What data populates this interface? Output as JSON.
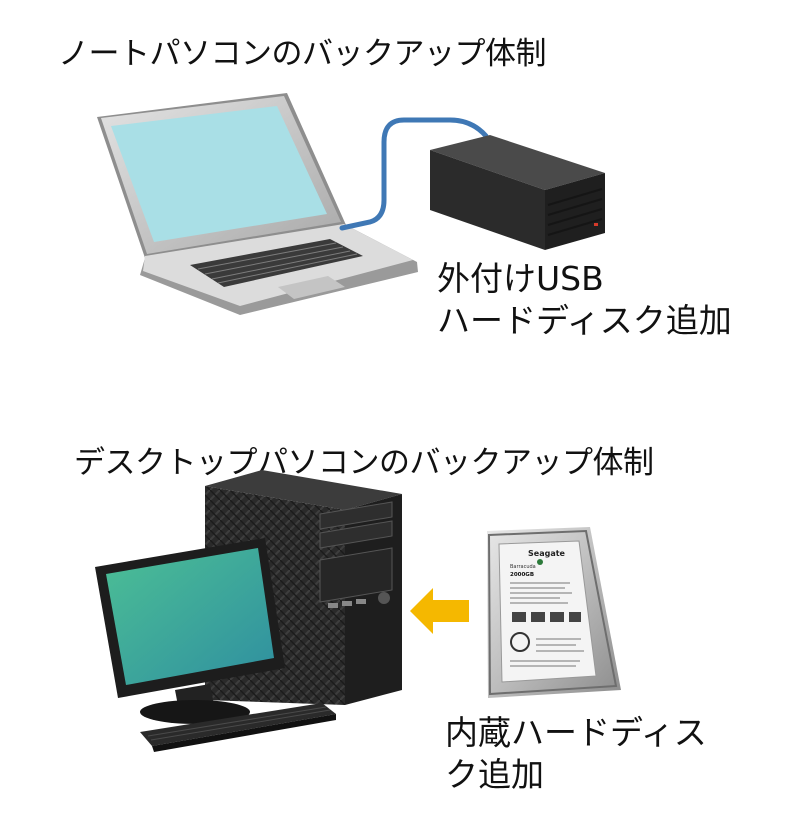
{
  "laptop_section": {
    "title": "ノートパソコンのバックアップ体制",
    "caption_line1": "外付けUSB",
    "caption_line2": "ハードディスク追加"
  },
  "desktop_section": {
    "title": "デスクトップパソコンのバックアップ体制",
    "caption_line1": "内蔵ハードディス",
    "caption_line2": "ク追加"
  },
  "hdd_label": {
    "brand": "Seagate",
    "model": "Barracuda",
    "capacity": "2000GB"
  },
  "colors": {
    "arrow": "#f5b800",
    "screen_laptop": "#a9dfe6",
    "screen_monitor": "#3aa58e",
    "cable": "#3f78b5"
  }
}
